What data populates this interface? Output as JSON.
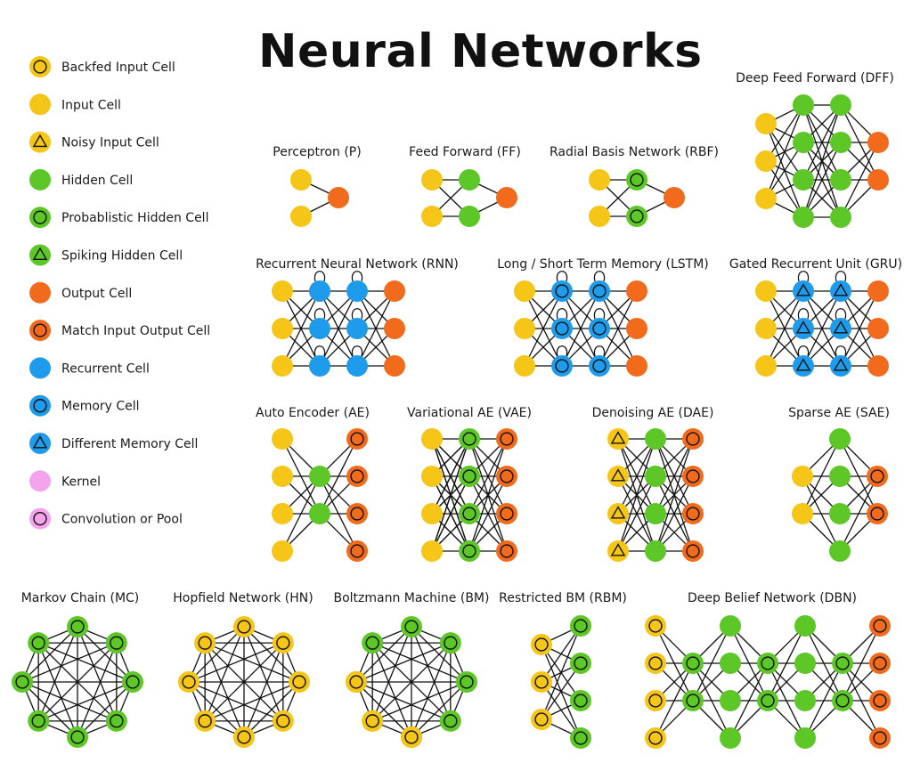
{
  "title": "Neural Networks",
  "colors": {
    "input": "#F5C518",
    "hidden": "#5CC726",
    "output": "#F26B1D",
    "recurrent": "#1E9BEA",
    "kernel": "#F5A3EC",
    "edge": "#111111"
  },
  "legend": [
    {
      "label": "Backfed Input Cell",
      "type": "input",
      "mark": "circle"
    },
    {
      "label": "Input Cell",
      "type": "input",
      "mark": "none"
    },
    {
      "label": "Noisy Input Cell",
      "type": "input",
      "mark": "triangle"
    },
    {
      "label": "Hidden Cell",
      "type": "hidden",
      "mark": "none"
    },
    {
      "label": "Probablistic Hidden Cell",
      "type": "hidden",
      "mark": "circle"
    },
    {
      "label": "Spiking Hidden Cell",
      "type": "hidden",
      "mark": "triangle"
    },
    {
      "label": "Output Cell",
      "type": "output",
      "mark": "none"
    },
    {
      "label": "Match Input Output Cell",
      "type": "output",
      "mark": "circle"
    },
    {
      "label": "Recurrent Cell",
      "type": "recurrent",
      "mark": "none"
    },
    {
      "label": "Memory Cell",
      "type": "recurrent",
      "mark": "circle"
    },
    {
      "label": "Different Memory Cell",
      "type": "recurrent",
      "mark": "triangle"
    },
    {
      "label": "Kernel",
      "type": "kernel",
      "mark": "none"
    },
    {
      "label": "Convolution or Pool",
      "type": "kernel",
      "mark": "circle"
    }
  ],
  "networks": [
    {
      "id": "p",
      "label": "Perceptron (P)"
    },
    {
      "id": "ff",
      "label": "Feed Forward (FF)"
    },
    {
      "id": "rbf",
      "label": "Radial Basis Network (RBF)"
    },
    {
      "id": "dff",
      "label": "Deep Feed Forward (DFF)"
    },
    {
      "id": "rnn",
      "label": "Recurrent Neural Network (RNN)"
    },
    {
      "id": "lstm",
      "label": "Long / Short Term Memory (LSTM)"
    },
    {
      "id": "gru",
      "label": "Gated Recurrent Unit (GRU)"
    },
    {
      "id": "ae",
      "label": "Auto Encoder (AE)"
    },
    {
      "id": "vae",
      "label": "Variational AE (VAE)"
    },
    {
      "id": "dae",
      "label": "Denoising AE (DAE)"
    },
    {
      "id": "sae",
      "label": "Sparse AE (SAE)"
    },
    {
      "id": "mc",
      "label": "Markov Chain (MC)"
    },
    {
      "id": "hn",
      "label": "Hopfield Network (HN)"
    },
    {
      "id": "bm",
      "label": "Boltzmann Machine (BM)"
    },
    {
      "id": "rbm",
      "label": "Restricted BM (RBM)"
    },
    {
      "id": "dbn",
      "label": "Deep Belief Network (DBN)"
    }
  ]
}
